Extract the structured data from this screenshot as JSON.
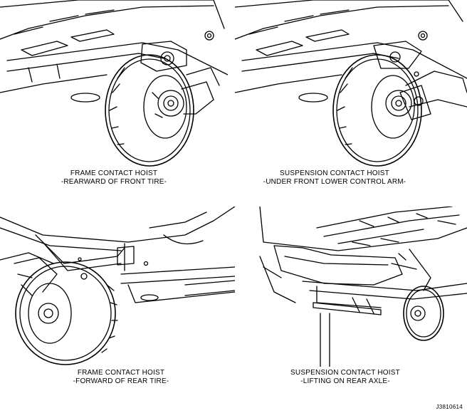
{
  "panels": [
    {
      "line1": "FRAME CONTACT HOIST",
      "line2": "-REARWARD OF FRONT TIRE-"
    },
    {
      "line1": "SUSPENSION CONTACT HOIST",
      "line2": "-UNDER FRONT LOWER CONTROL ARM-"
    },
    {
      "line1": "FRAME CONTACT HOIST",
      "line2": "-FORWARD OF REAR TIRE-"
    },
    {
      "line1": "SUSPENSION CONTACT HOIST",
      "line2": "-LIFTING ON REAR AXLE-"
    }
  ],
  "figure_ref": "J3810614"
}
